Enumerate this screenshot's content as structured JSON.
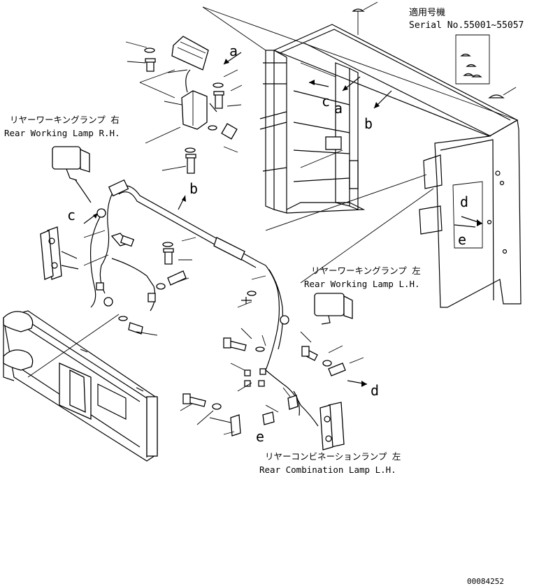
{
  "header": {
    "applicable_jp": "適用号機",
    "serial_range": "Serial No.55001~55057"
  },
  "labels": {
    "working_lamp_rh_jp": "リヤーワーキングランプ 右",
    "working_lamp_rh_en": "Rear Working Lamp R.H.",
    "working_lamp_lh_jp": "リヤーワーキングランプ 左",
    "working_lamp_lh_en": "Rear Working Lamp L.H.",
    "combination_lamp_lh_jp": "リヤーコンビネーションランプ 左",
    "combination_lamp_lh_en": "Rear Combination Lamp L.H."
  },
  "callouts": {
    "a1": "a",
    "a2": "a",
    "b1": "b",
    "b2": "b",
    "c1": "c",
    "c2": "c",
    "d1": "d",
    "d2": "d",
    "e1": "e",
    "e2": "e"
  },
  "drawing_number": "00084252"
}
